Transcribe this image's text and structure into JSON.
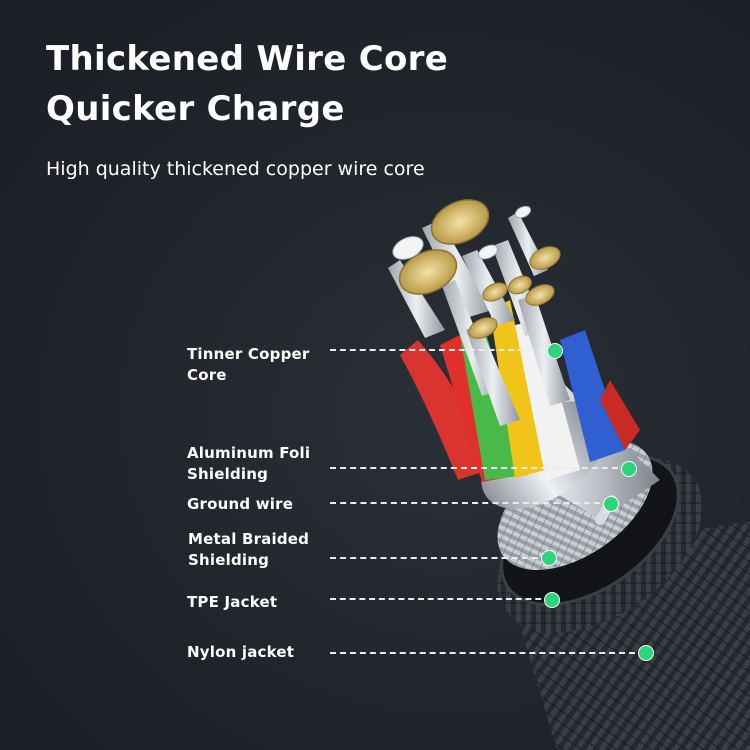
{
  "header": {
    "title_line1": "Thickened Wire Core",
    "title_line2": "Quicker Charge",
    "subtitle": "High quality thickened copper wire core"
  },
  "callouts": [
    {
      "lines": [
        "Tinner Copper",
        "Core"
      ]
    },
    {
      "lines": [
        "Aluminum Foli",
        "Shielding"
      ]
    },
    {
      "lines": [
        "Ground wire"
      ]
    },
    {
      "lines": [
        "Metal Braided",
        "Shielding"
      ]
    },
    {
      "lines": [
        "TPE Jacket"
      ]
    },
    {
      "lines": [
        "Nylon jacket"
      ]
    }
  ],
  "colors": {
    "background": "#20242b",
    "marker": "#2ed47a",
    "leader_line": "#e9ecef",
    "wire_red": "#e0302c",
    "wire_green": "#49b949",
    "wire_yellow": "#f0c419",
    "wire_white": "#f2f2f2",
    "wire_blue": "#2f5fd0",
    "copper_tin": "#d9c27a"
  }
}
